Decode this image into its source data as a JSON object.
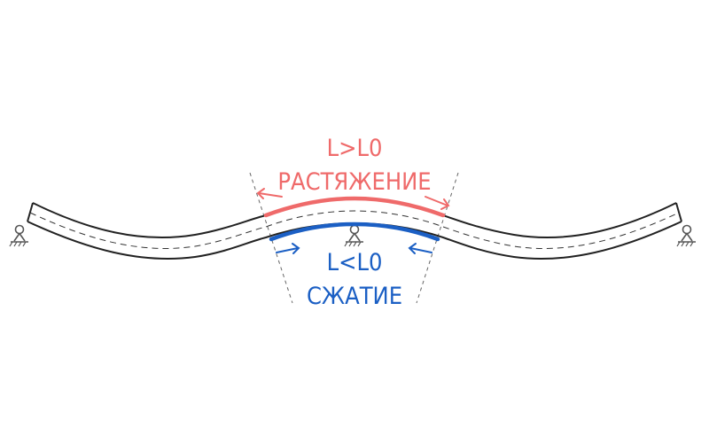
{
  "labels": {
    "tension_formula": "L>L0",
    "tension_text": "РАСТЯЖЕНИЕ",
    "compression_formula": "L<L0",
    "compression_text": "СЖАТИЕ"
  },
  "colors": {
    "tension": "#ef6a6a",
    "compression": "#1b5fc4",
    "beam": "#222222",
    "background": "#ffffff"
  }
}
